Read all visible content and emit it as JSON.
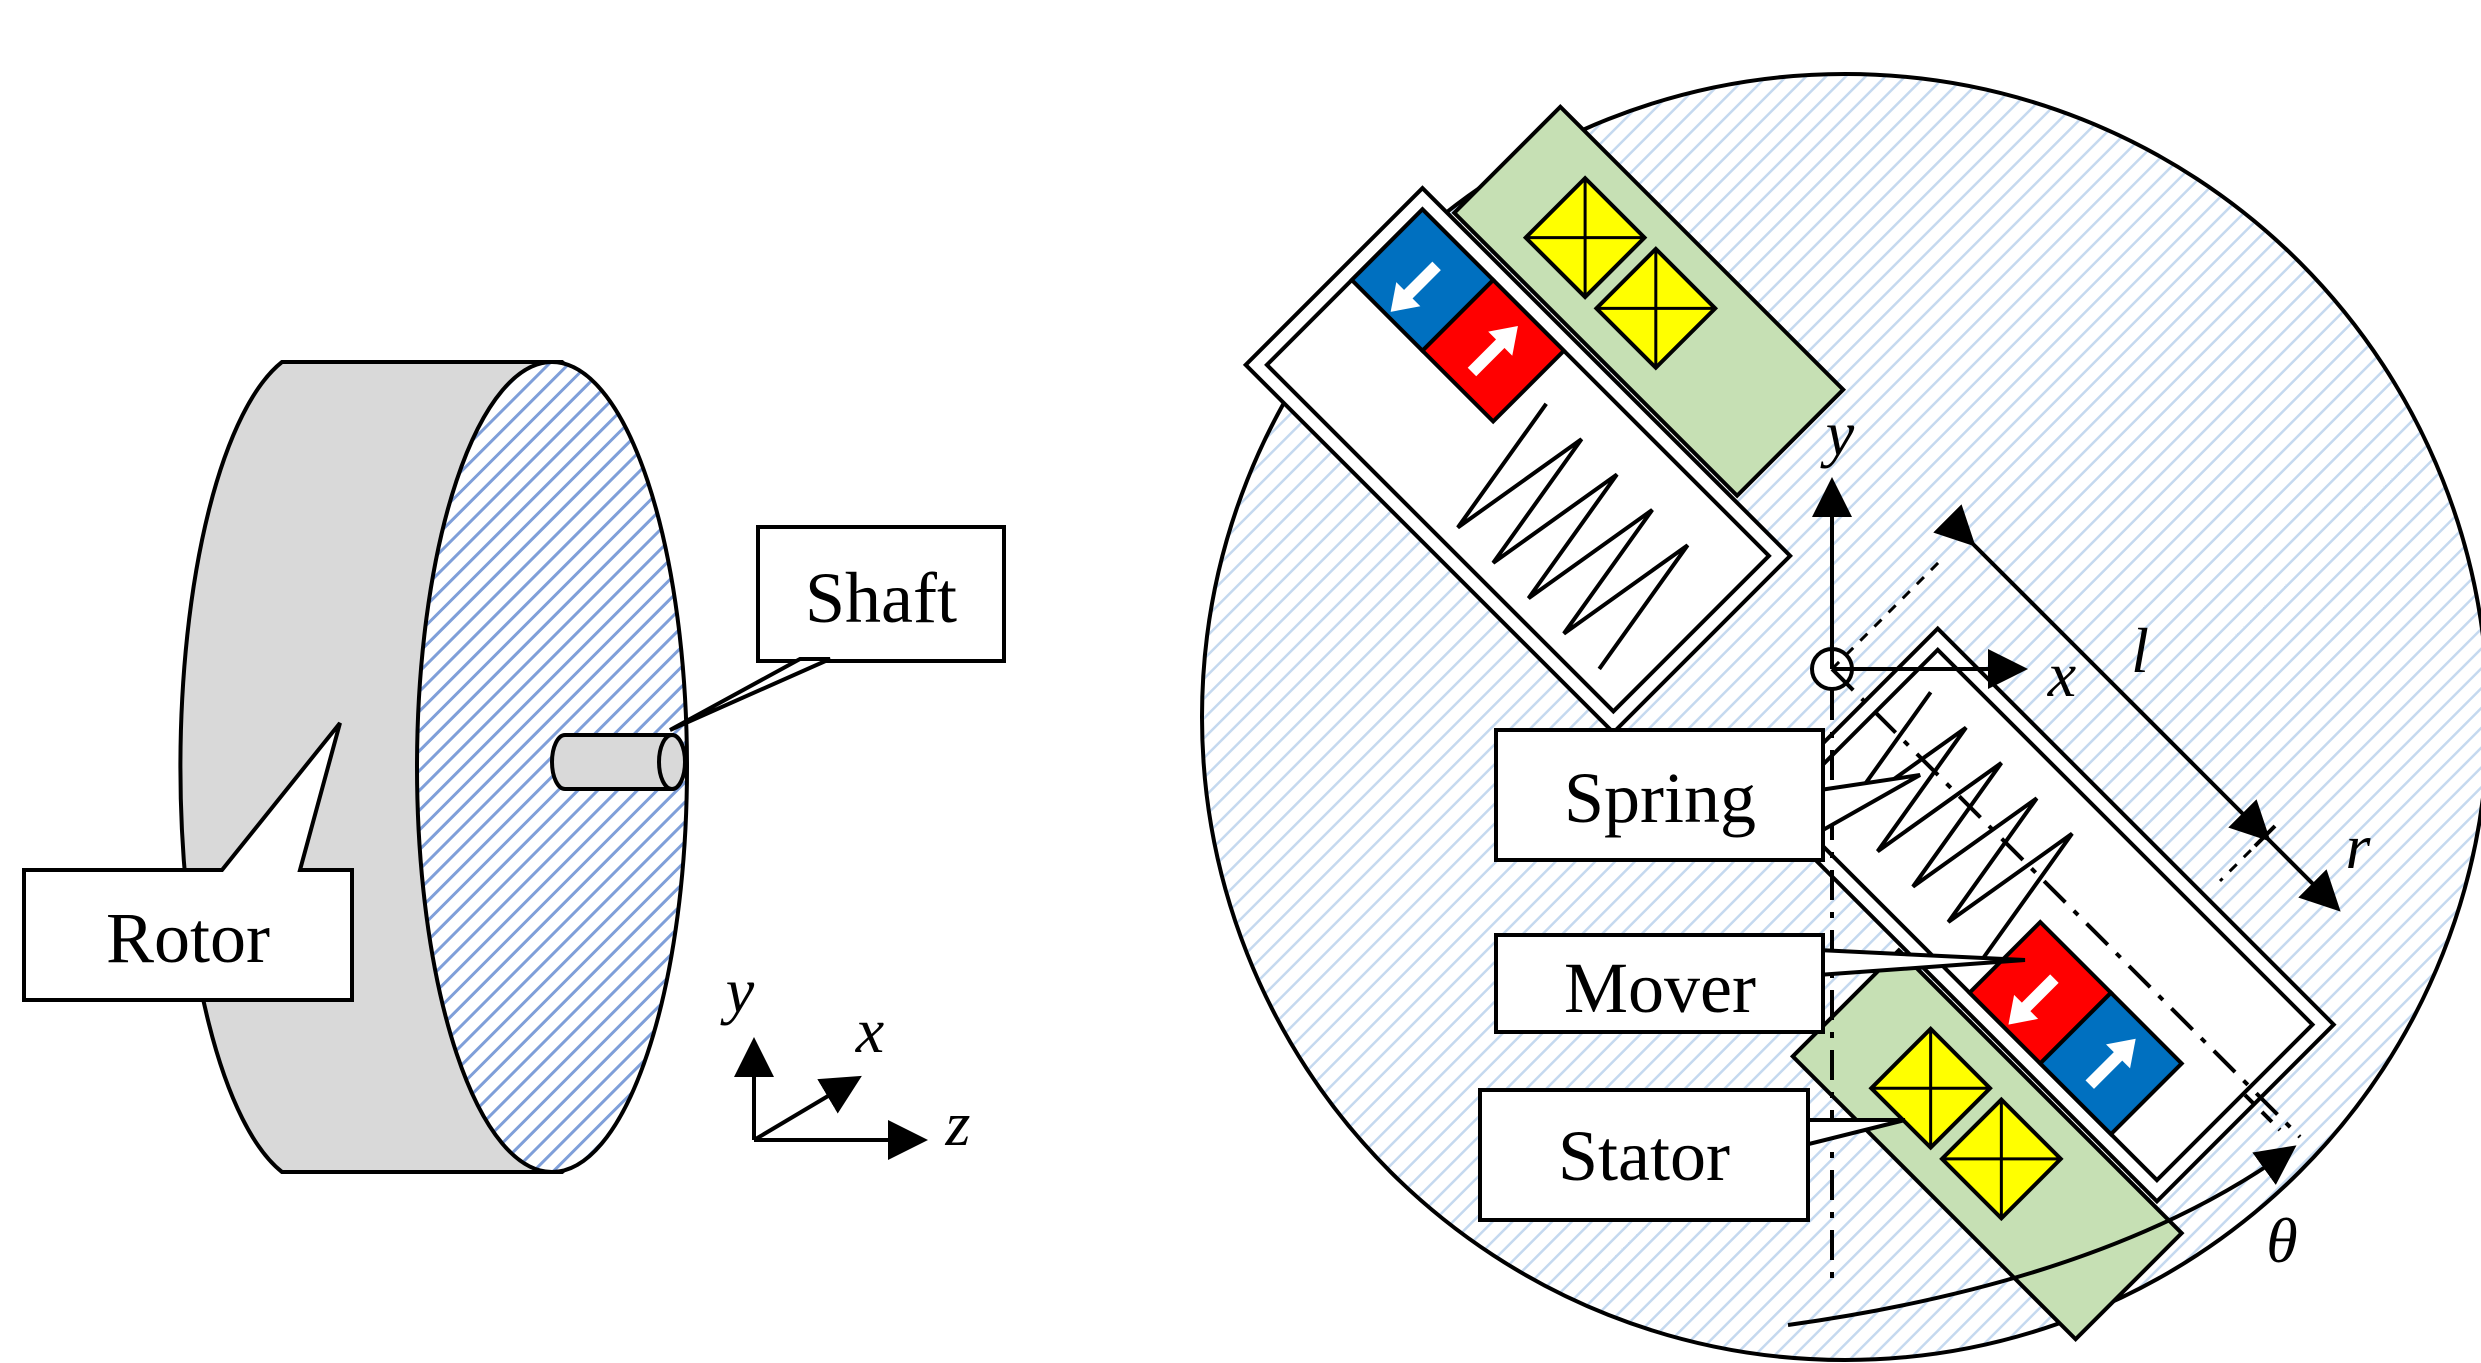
{
  "labels": {
    "rotor": "Rotor",
    "shaft": "Shaft",
    "spring": "Spring",
    "mover": "Mover",
    "stator": "Stator"
  },
  "axes": {
    "left": {
      "x": "x",
      "y": "y",
      "z": "z"
    },
    "right": {
      "x": "x",
      "y": "y"
    }
  },
  "dimensions": {
    "l": "l",
    "r": "r",
    "theta": "θ"
  },
  "colors": {
    "rotor_body": "#d9d9d9",
    "hatch_blue": "#7f9fd9",
    "hatch_light": "#c5d9ef",
    "disk_background": "#e8f0f8",
    "stator_green": "#c6e0b4",
    "coil_yellow": "#ffff00",
    "magnet_red": "#ff0000",
    "magnet_blue": "#0070c0"
  },
  "icons": {
    "magnet_arrow": "arrow-icon",
    "coil_cross": "cross-box-icon"
  }
}
